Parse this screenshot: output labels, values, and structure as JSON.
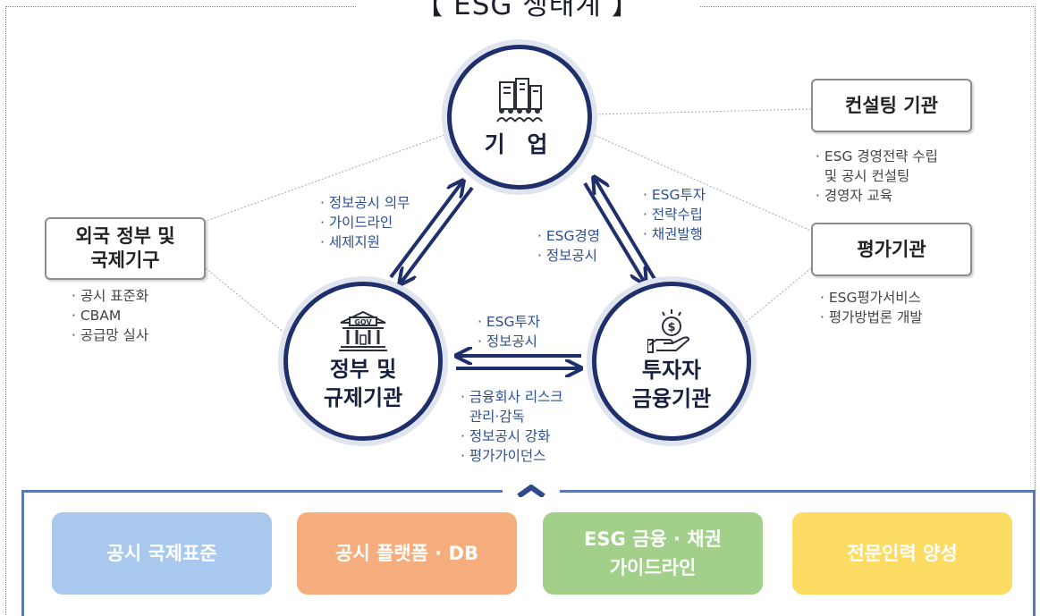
{
  "title": "【 ESG 생태계 】",
  "nodes": {
    "company": "기 업",
    "government": "정부 및\n규제기관",
    "investor": "투자자\n금융기관"
  },
  "icons": {
    "company": "building-people-icon",
    "government": "gov-building-icon",
    "investor": "hand-coin-icon",
    "panel": "chevron-up-icon"
  },
  "boxes": {
    "foreign": "외국 정부 및\n국제기구",
    "consulting": "컨설팅 기관",
    "rating": "평가기관"
  },
  "notes": {
    "foreign": [
      "· 공시 표준화",
      "· CBAM",
      "· 공급망 실사"
    ],
    "consulting": [
      "· ESG 경영전략 수립",
      "  및 공시 컨설팅",
      "· 경영자 교육"
    ],
    "rating": [
      "· ESG평가서비스",
      "· 평가방법론 개발"
    ],
    "gov_to_company": [
      "· 정보공시 의무",
      "· 가이드라인",
      "· 세제지원"
    ],
    "investor_to_company": [
      "· ESG투자",
      "· 전략수립",
      "· 채권발행"
    ],
    "company_to_investor": [
      "· ESG경영",
      "· 정보공시"
    ],
    "investor_to_gov": [
      "· ESG투자",
      "· 정보공시"
    ],
    "gov_to_investor": [
      "· 금융회사 리스크",
      "  관리·감독",
      "· 정보공시 강화",
      "· 평가가이던스"
    ]
  },
  "panel": {
    "tiles": [
      "공시 국제표준",
      "공시 플랫폼 · DB",
      "ESG 금융 · 채권\n가이드라인",
      "전문인력 양성"
    ]
  },
  "colors": {
    "circle_border": "#1e2f6b",
    "arrow": "#1e2f6b",
    "note_blue": "#2c4f96",
    "panel_border": "#5a79b8",
    "tile_1": "#a8c8ee",
    "tile_2": "#f6ad7d",
    "tile_3": "#a2cf8a",
    "tile_4": "#fcdc63"
  }
}
